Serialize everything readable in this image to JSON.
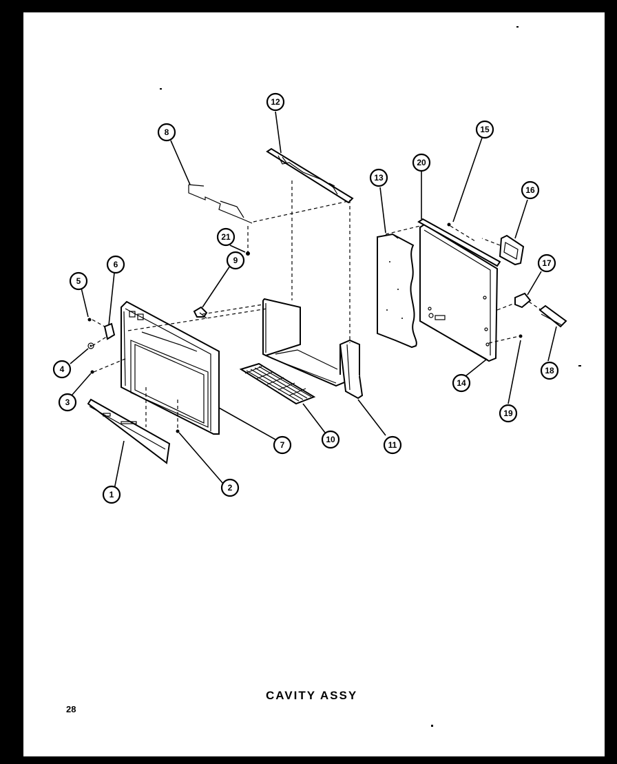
{
  "title": "CAVITY ASSY",
  "page_number": "28",
  "callouts": {
    "c1": "1",
    "c2": "2",
    "c3": "3",
    "c4": "4",
    "c5": "5",
    "c6": "6",
    "c7": "7",
    "c8": "8",
    "c9": "9",
    "c10": "10",
    "c11": "11",
    "c12": "12",
    "c13": "13",
    "c14": "14",
    "c15": "15",
    "c16": "16",
    "c17": "17",
    "c18": "18",
    "c19": "19",
    "c20": "20",
    "c21": "21"
  }
}
